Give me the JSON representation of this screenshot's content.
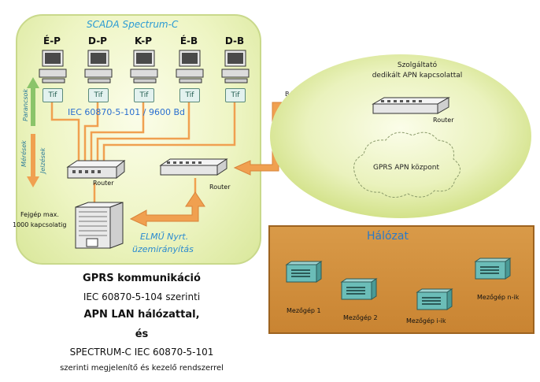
{
  "scada": {
    "title": "SCADA Spectrum-C",
    "workstations": [
      "É-P",
      "D-P",
      "K-P",
      "É-B",
      "D-B"
    ],
    "tif_label": "Tif",
    "protocol": "IEC 60870-5-101  / 9600 Bd",
    "commands_label": "Parancsok",
    "signals_label": "Jelzések",
    "measurements_label": "Mérések",
    "router_label": "Router",
    "server_label_line1": "Fejgép max.",
    "server_label_line2": "1000 kapcsolatig",
    "operator_line1": "ELMŰ Nyrt.",
    "operator_line2": "üzemirányítás"
  },
  "link_label": "Bérelt vonal",
  "provider": {
    "line1": "Szolgáltató",
    "line2": "dedikált APN kapcsolattal",
    "router_label": "Router",
    "apn_center": "GPRS APN központ"
  },
  "network": {
    "title": "Hálózat",
    "devices": [
      "Mezőgép 1",
      "Mezőgép 2",
      "Mezőgép i-ik",
      "Mezőgép n-ik"
    ]
  },
  "caption": {
    "line1": "GPRS kommunikáció",
    "line2": "IEC 60870-5-104  szerinti",
    "line3": "APN LAN hálózattal,",
    "line4": "és",
    "line5": "SPECTRUM-C IEC 60870-5-101",
    "line6": "szerinti megjelenítő és kezelő rendszerrel"
  },
  "colors": {
    "orange": "#f0a050",
    "arrow_blue": "#3a7ab8",
    "green_arrow": "#7ab850",
    "network_bg": "#d99a48"
  }
}
